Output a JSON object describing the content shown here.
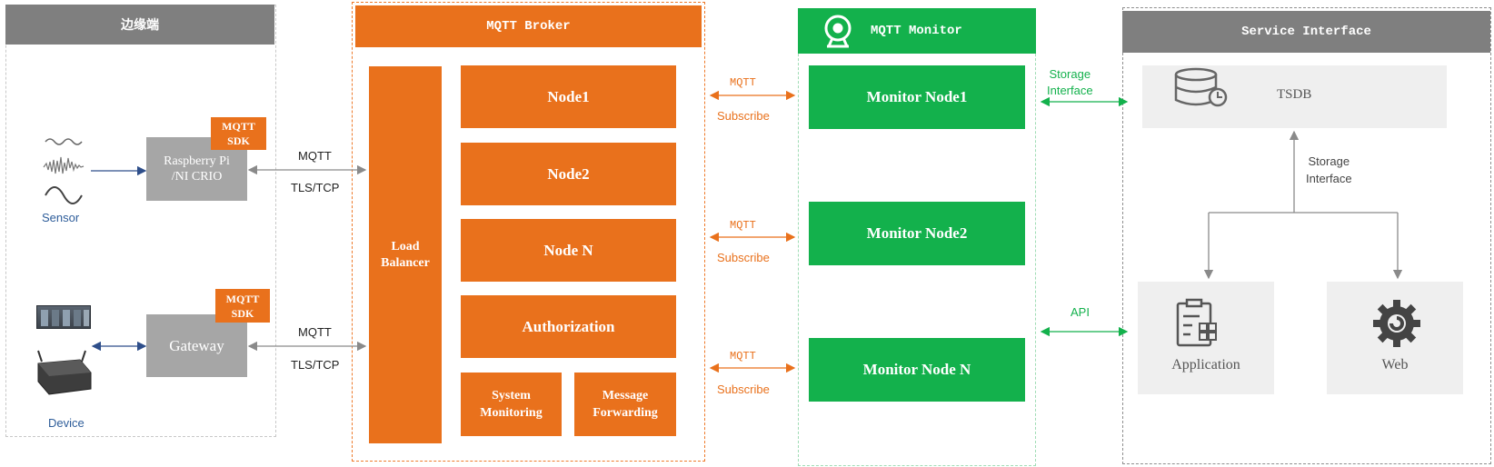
{
  "edge": {
    "title": "边缘端",
    "sensor_label": "Sensor",
    "device_label": "Device",
    "rpi_label": "Raspberry Pi\n/NI CRIO",
    "gateway_label": "Gateway",
    "sdk1": "MQTT\nSDK",
    "sdk2": "MQTT\nSDK"
  },
  "links": {
    "mqtt_1": "MQTT",
    "tls_1": "TLS/TCP",
    "mqtt_2": "MQTT",
    "tls_2": "TLS/TCP"
  },
  "broker": {
    "title": "MQTT Broker",
    "load_balancer": "Load\nBalancer",
    "node1": "Node1",
    "node2": "Node2",
    "node_n": "Node N",
    "authorization": "Authorization",
    "system_monitoring": "System\nMonitoring",
    "message_forwarding": "Message\nForwarding"
  },
  "subscribe": [
    {
      "mqtt": "MQTT",
      "sub": "Subscribe"
    },
    {
      "mqtt": "MQTT",
      "sub": "Subscribe"
    },
    {
      "mqtt": "MQTT",
      "sub": "Subscribe"
    }
  ],
  "monitor": {
    "title": "MQTT Monitor",
    "node1": "Monitor Node1",
    "node2": "Monitor Node2",
    "node_n": "Monitor Node N"
  },
  "bridge": {
    "storage_interface": "Storage\nInterface",
    "api": "API"
  },
  "service": {
    "title": "Service Interface",
    "tsdb": "TSDB",
    "storage_interface": "Storage\nInterface",
    "application": "Application",
    "web": "Web"
  },
  "colors": {
    "orange": "#e9711c",
    "green": "#13b14c",
    "grey_header": "#7f7f7f",
    "blue_label": "#2e5d9a"
  }
}
